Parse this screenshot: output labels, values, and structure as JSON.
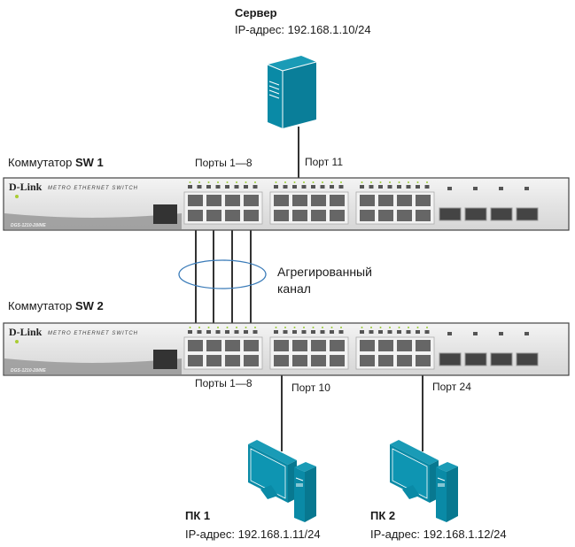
{
  "server": {
    "title": "Сервер",
    "ip": "IP-адрес: 192.168.1.10/24"
  },
  "sw1": {
    "label_prefix": "Коммутатор ",
    "label_bold": "SW 1",
    "ports_label": "Порты 1—8",
    "port_label": "Порт 11",
    "brand": "D-Link",
    "series": "METRO ETHERNET SWITCH",
    "model": "DGS-1210-28/ME"
  },
  "sw2": {
    "label_prefix": "Коммутатор ",
    "label_bold": "SW 2",
    "ports_label": "Порты 1—8",
    "port10_label": "Порт 10",
    "port24_label": "Порт 24",
    "brand": "D-Link",
    "series": "METRO ETHERNET SWITCH",
    "model": "DGS-1210-28/ME"
  },
  "lag": {
    "line1": "Агрегированный",
    "line2": "канал"
  },
  "pc1": {
    "title": "ПК 1",
    "ip": "IP-адрес: 192.168.1.11/24"
  },
  "pc2": {
    "title": "ПК 2",
    "ip": "IP-адрес: 192.168.1.12/24"
  },
  "colors": {
    "device": "#0a8aa6",
    "link": "#333333",
    "lag_ellipse": "#3a7bb8",
    "switch_body": "#e2e2e2"
  }
}
